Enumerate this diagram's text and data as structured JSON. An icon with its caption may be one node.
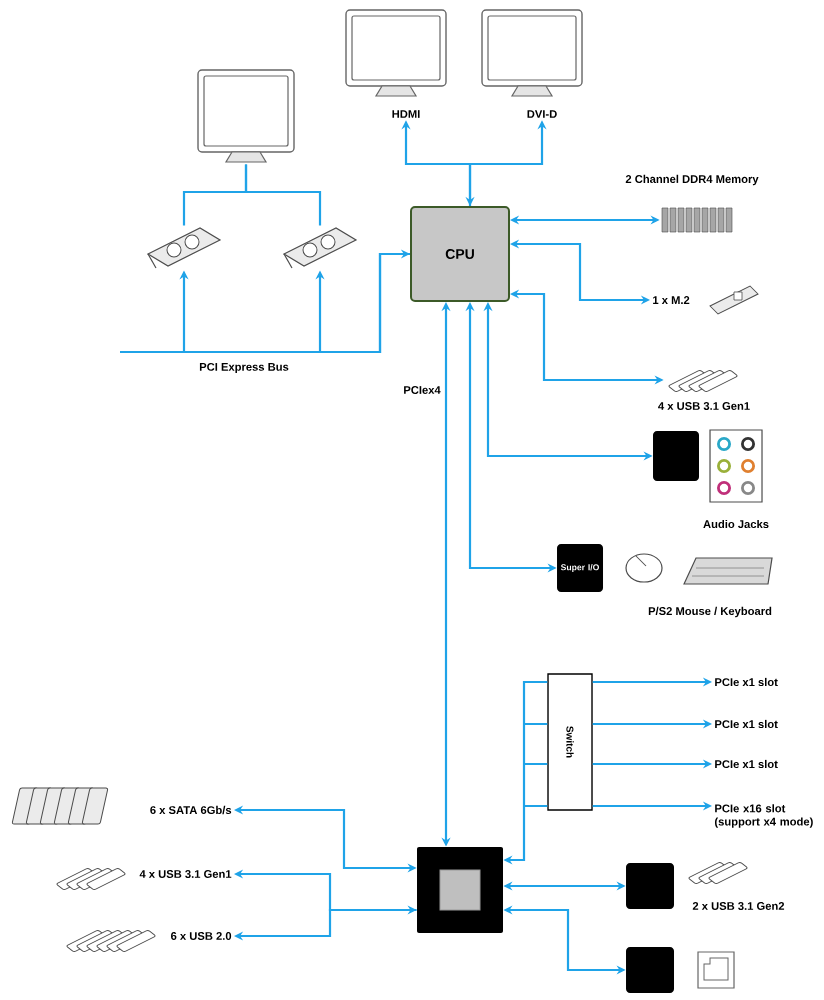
{
  "diagram": {
    "nodes": [
      {
        "text": [],
        "shape": "picture"
      },
      {
        "text": [
          "HDMI"
        ]
      },
      {
        "text": [
          "DVI-D"
        ]
      },
      {
        "text": [],
        "shape": "picture"
      },
      {
        "text": [],
        "shape": "picture"
      },
      {
        "text": [
          "CPU"
        ]
      },
      {
        "text": [],
        "shape": "picture",
        "beside": [
          "2 Channel DDR4 Memory"
        ]
      },
      {
        "text": [
          "1 x M.2"
        ]
      },
      {
        "text": [],
        "shape": "picture",
        "beside": [
          "4 x USB 3.1 Gen1"
        ]
      },
      {
        "text": [],
        "shape": "box"
      },
      {
        "text": [
          "Super I/O"
        ]
      },
      {
        "text": [],
        "shape": "box"
      },
      {
        "text": [
          "Switch"
        ]
      },
      {
        "text": [
          "PCIe x1 slot"
        ]
      },
      {
        "text": [
          "PCIe x1 slot"
        ]
      },
      {
        "text": [
          "PCIe x1 slot"
        ]
      },
      {
        "text": [
          "PCIe x16 slot (support x4 mode)"
        ]
      },
      {
        "text": [
          "6 x SATA 6Gb/s"
        ]
      },
      {
        "text": [
          "4 x USB 3.1 Gen1"
        ]
      },
      {
        "text": [
          "6 x USB 2.0"
        ]
      },
      {
        "text": [],
        "shape": "box"
      },
      {
        "text": [],
        "shape": "box"
      }
    ],
    "edges": [
      {
        "from": 0,
        "to": 3,
        "arrow": "none"
      },
      {
        "from": 0,
        "to": 4,
        "arrow": "none"
      },
      {
        "from": 5,
        "to": 3,
        "arrow": "both"
      },
      {
        "from": 5,
        "to": 4,
        "arrow": "to"
      },
      {
        "from": 5,
        "to": 1,
        "arrow": "both"
      },
      {
        "from": 5,
        "to": 2,
        "arrow": "to"
      },
      {
        "from": 5,
        "to": 6,
        "arrow": "both"
      },
      {
        "from": 5,
        "to": 7,
        "arrow": "both"
      },
      {
        "from": 5,
        "to": 8,
        "arrow": "both"
      },
      {
        "from": 5,
        "to": 9,
        "arrow": "both"
      },
      {
        "from": 5,
        "to": 10,
        "arrow": "both"
      },
      {
        "from": 5,
        "to": 11,
        "arrow": "both",
        "label": "PCIex4"
      },
      {
        "from": 12,
        "to": 11,
        "arrow": "to"
      },
      {
        "from": 12,
        "to": 13,
        "arrow": "to"
      },
      {
        "from": 12,
        "to": 14,
        "arrow": "to"
      },
      {
        "from": 12,
        "to": 15,
        "arrow": "to"
      },
      {
        "from": 12,
        "to": 16,
        "arrow": "to"
      },
      {
        "from": 11,
        "to": 17,
        "arrow": "both"
      },
      {
        "from": 11,
        "to": 18,
        "arrow": "both"
      },
      {
        "from": 11,
        "to": 19,
        "arrow": "to"
      },
      {
        "from": 11,
        "to": 20,
        "arrow": "both"
      },
      {
        "from": 11,
        "to": 21,
        "arrow": "both"
      }
    ],
    "labels": [
      "PCI Express Bus",
      "Audio Jacks",
      "P/S2 Mouse / Keyboard",
      "2 x USB 3.1 Gen2"
    ]
  }
}
